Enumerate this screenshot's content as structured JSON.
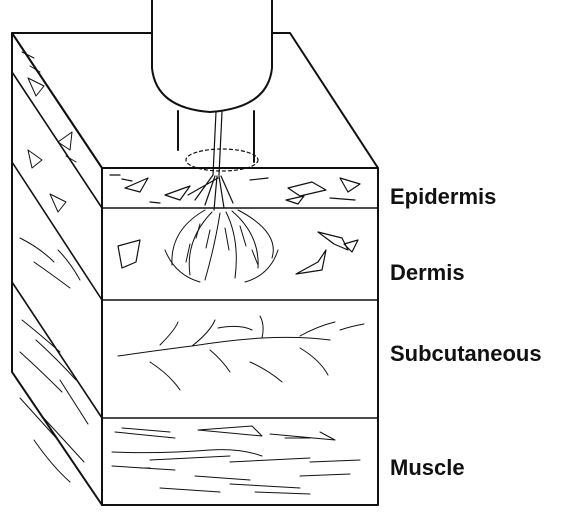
{
  "layers": [
    {
      "label": "Epidermis"
    },
    {
      "label": "Dermis"
    },
    {
      "label": "Subcutaneous"
    },
    {
      "label": "Muscle"
    }
  ],
  "colors": {
    "ink": "#111111",
    "background": "#ffffff"
  }
}
